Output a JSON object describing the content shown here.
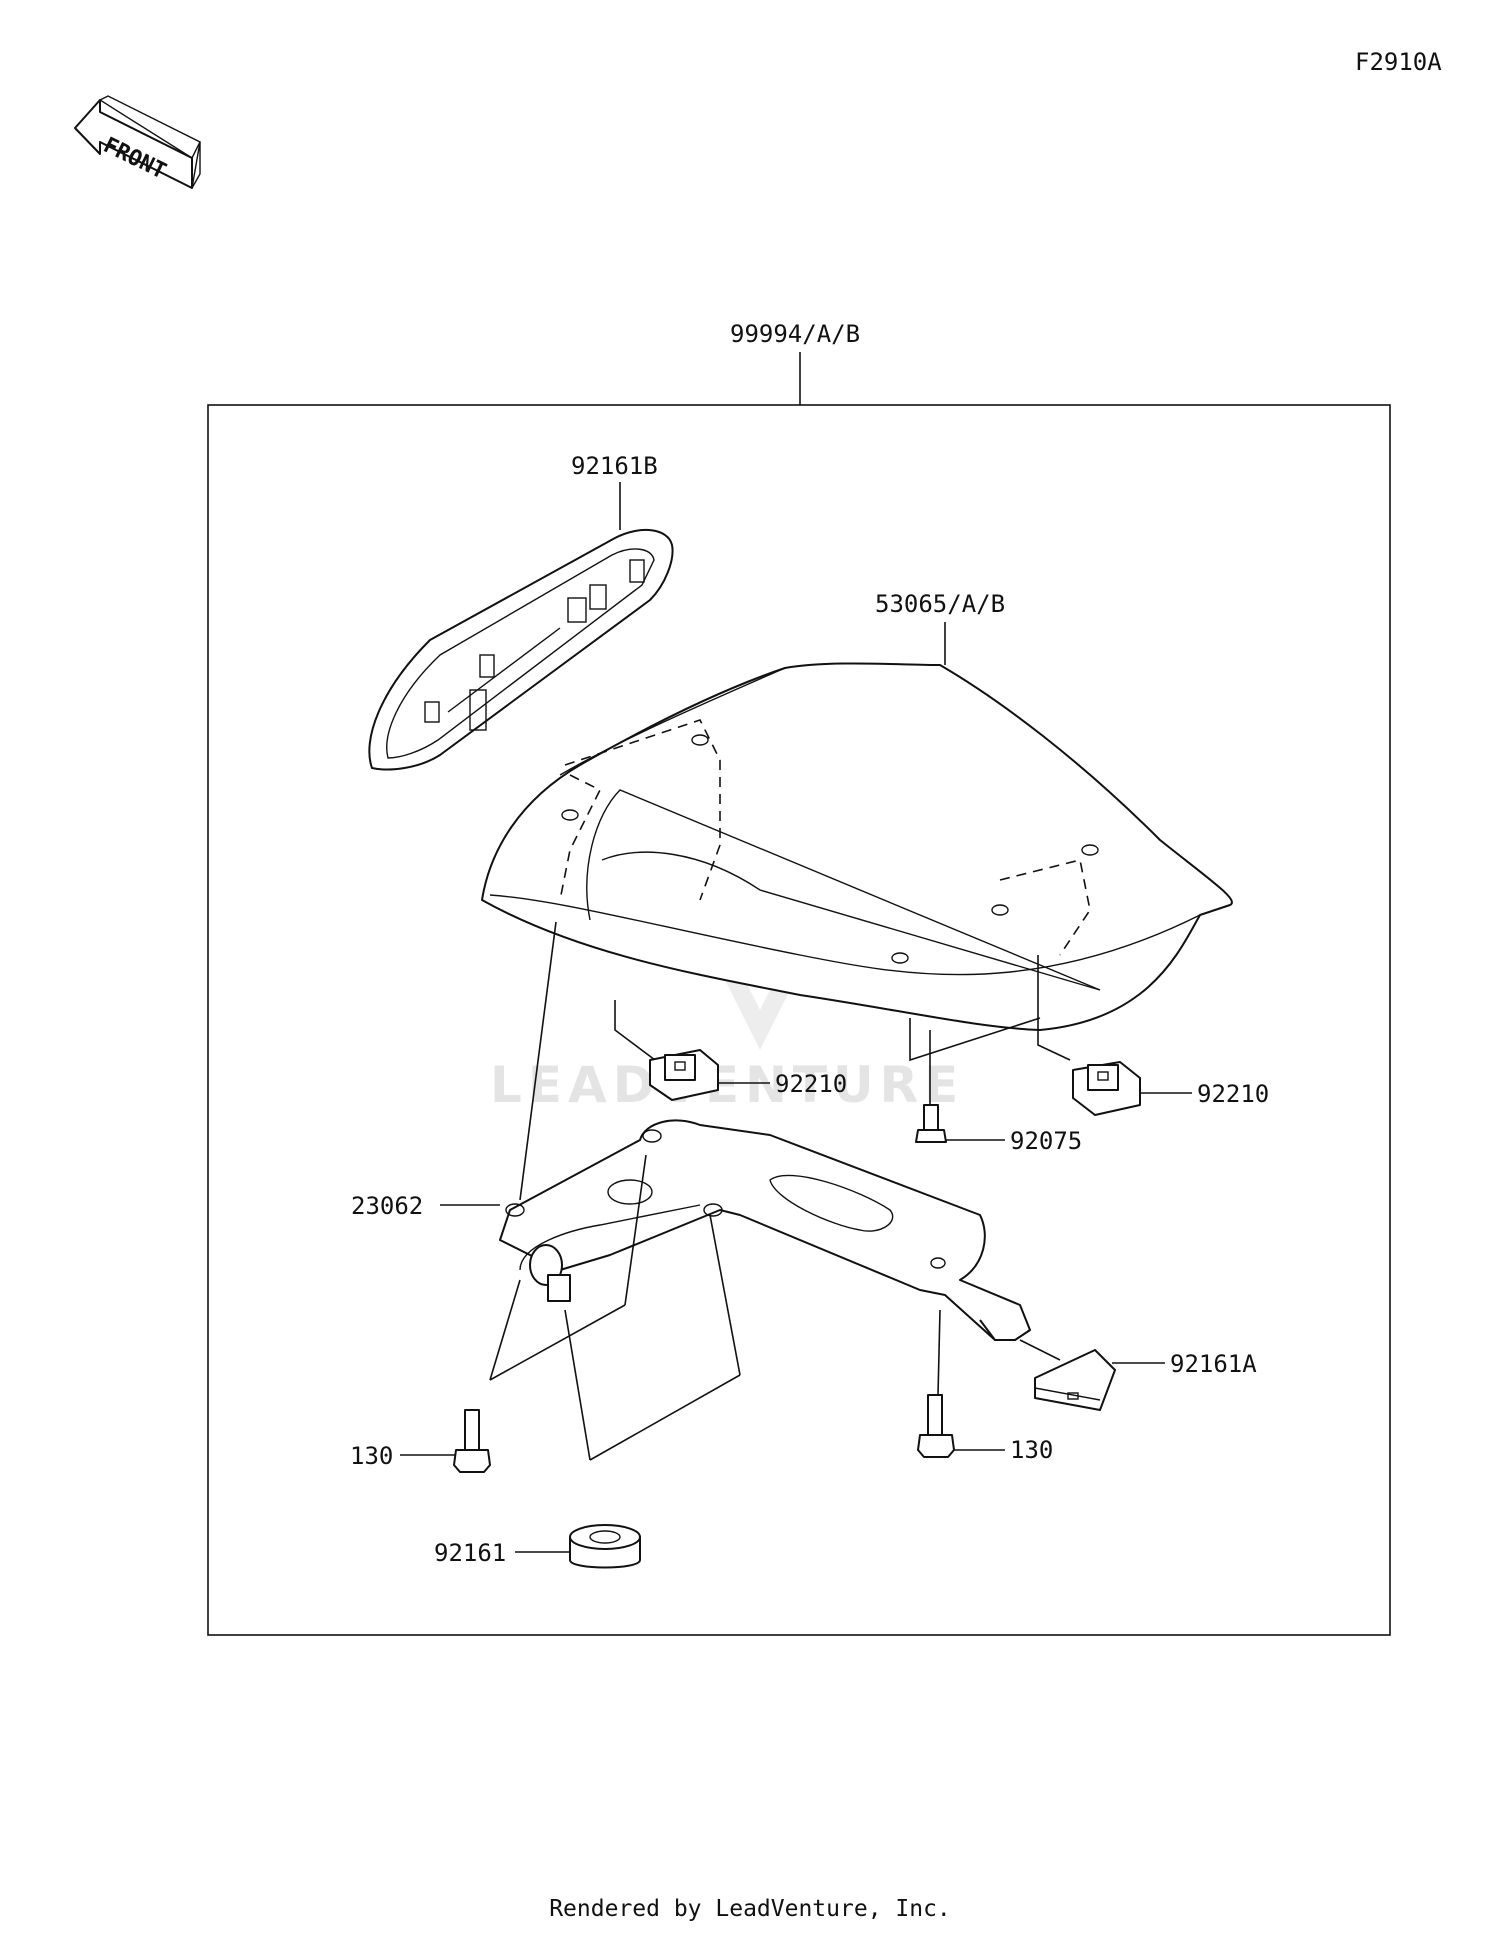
{
  "figure_code": "F2910A",
  "front_label": "FRONT",
  "assembly_label": "99994/A/B",
  "watermark": "LEADVENTURE",
  "footer": "Rendered by LeadVenture, Inc.",
  "parts": {
    "cover_pad": "92161B",
    "seat_cover": "53065/A/B",
    "clip_left": "92210",
    "clip_right": "92210",
    "bolt_small": "92075",
    "bracket": "23062",
    "pad_a": "92161A",
    "bolt_left": "130",
    "bolt_right": "130",
    "damper": "92161"
  }
}
